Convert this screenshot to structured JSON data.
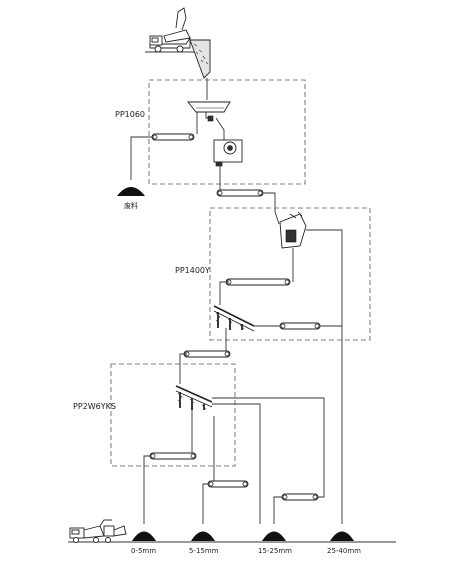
{
  "stages": {
    "pp1060": "PP1060",
    "pp1400y": "PP1400Y",
    "pp2w6yks": "PP2W6YKS"
  },
  "waste_label": "废料",
  "products": [
    "0-5mm",
    "5-15mm",
    "15-25mm",
    "25-40mm"
  ],
  "icons": [
    "dump-truck-icon",
    "hopper-feeder-icon",
    "jaw-crusher-icon",
    "impact-crusher-icon",
    "vibrating-screen-icon",
    "belt-conveyor-icon",
    "stockpile-icon",
    "loader-truck-icon"
  ]
}
